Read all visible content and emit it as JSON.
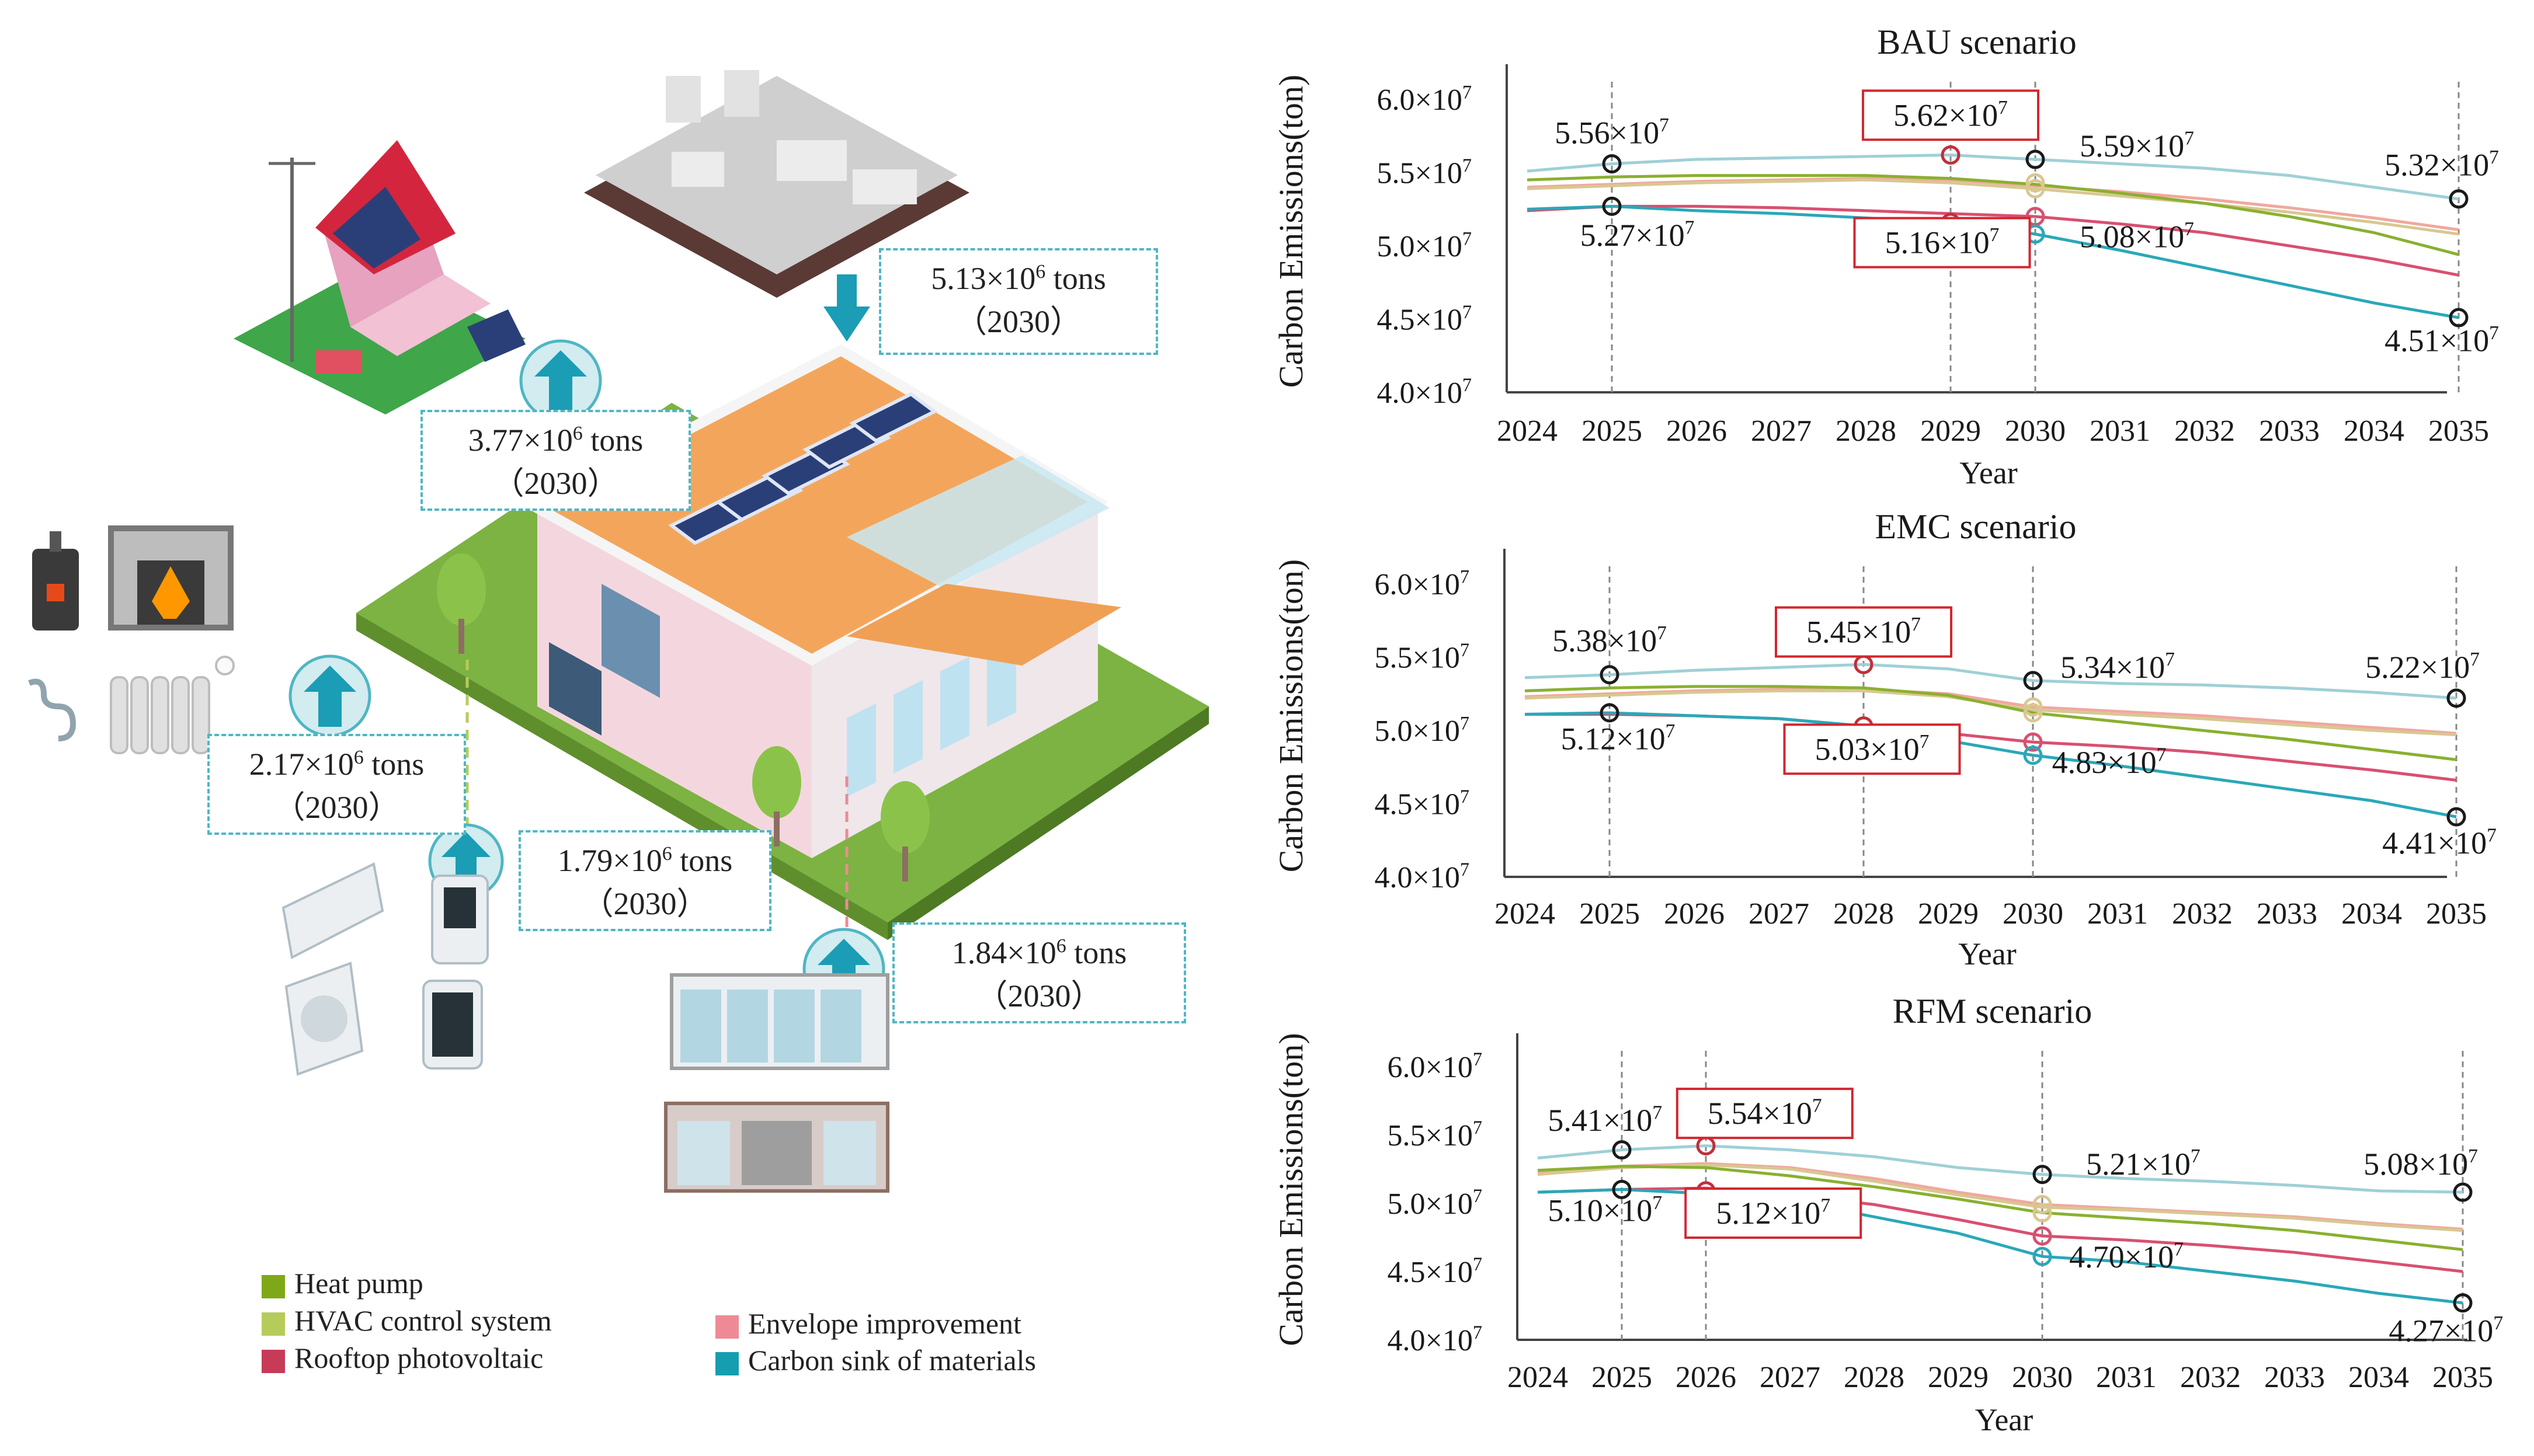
{
  "annotations": [
    {
      "id": "materials",
      "value": "5.13×10",
      "exp": "6",
      "unit": " tons",
      "year": "（2030）"
    },
    {
      "id": "rooftop_pv",
      "value": "3.77×10",
      "exp": "6",
      "unit": " tons",
      "year": "（2030）"
    },
    {
      "id": "heat_pump",
      "value": "2.17×10",
      "exp": "6",
      "unit": " tons",
      "year": "（2030）"
    },
    {
      "id": "hvac",
      "value": "1.79×10",
      "exp": "6",
      "unit": " tons",
      "year": "（2030）"
    },
    {
      "id": "envelope",
      "value": "1.84×10",
      "exp": "6",
      "unit": " tons",
      "year": "（2030）"
    }
  ],
  "legend": [
    {
      "label": "Heat pump",
      "color": "#7fa819"
    },
    {
      "label": "HVAC control system",
      "color": "#b5cc5a"
    },
    {
      "label": "Rooftop photovoltaic",
      "color": "#c73b58"
    },
    {
      "label": "Envelope improvement",
      "color": "#ee8a95"
    },
    {
      "label": "Carbon sink of materials",
      "color": "#149eb0"
    }
  ],
  "chart_data": [
    {
      "type": "line",
      "title": "BAU scenario",
      "xlabel": "Year",
      "ylabel": "Carbon Emissions(ton)",
      "x": [
        2024,
        2025,
        2026,
        2027,
        2028,
        2029,
        2030,
        2031,
        2032,
        2033,
        2034,
        2035
      ],
      "ylim": [
        40000000,
        62000000
      ],
      "yticks": [
        "6.0×10",
        "5.5×10",
        "5.0×10",
        "4.5×10",
        "4.0×10"
      ],
      "ytick_values": [
        60000000,
        55000000,
        50000000,
        45000000,
        40000000
      ],
      "ytick_exp": "7",
      "series": [
        {
          "color": "#9fd0d6",
          "values": [
            55.1,
            55.6,
            55.9,
            56.0,
            56.1,
            56.2,
            55.9,
            55.6,
            55.3,
            54.8,
            54.0,
            53.2
          ]
        },
        {
          "color": "#f0a8a0",
          "values": [
            54.0,
            54.2,
            54.4,
            54.5,
            54.6,
            54.5,
            54.1,
            53.7,
            53.2,
            52.6,
            51.9,
            51.1
          ]
        },
        {
          "color": "#d8c890",
          "values": [
            53.9,
            54.1,
            54.3,
            54.4,
            54.5,
            54.3,
            53.9,
            53.4,
            52.9,
            52.3,
            51.6,
            50.8
          ]
        },
        {
          "color": "#8ab030",
          "values": [
            54.5,
            54.7,
            54.8,
            54.8,
            54.8,
            54.6,
            54.2,
            53.6,
            52.9,
            52.0,
            50.9,
            49.4
          ]
        },
        {
          "color": "#d85070",
          "values": [
            52.4,
            52.7,
            52.7,
            52.6,
            52.4,
            52.2,
            52.0,
            51.5,
            50.9,
            50.0,
            49.1,
            48.0
          ]
        },
        {
          "color": "#2aa8b8",
          "values": [
            52.5,
            52.7,
            52.4,
            52.2,
            51.9,
            51.6,
            50.8,
            49.7,
            48.5,
            47.3,
            46.1,
            45.1
          ]
        }
      ],
      "markers": [
        {
          "x": 2025,
          "y": 55.6,
          "color": "#1a1a1a"
        },
        {
          "x": 2029,
          "y": 56.2,
          "color": "#c0303a"
        },
        {
          "x": 2030,
          "y": 55.9,
          "color": "#1a1a1a"
        },
        {
          "x": 2030,
          "y": 54.3,
          "color": "#d8c890"
        },
        {
          "x": 2030,
          "y": 53.9,
          "color": "#d8c890"
        },
        {
          "x": 2035,
          "y": 53.2,
          "color": "#1a1a1a"
        },
        {
          "x": 2025,
          "y": 52.7,
          "color": "#1a1a1a"
        },
        {
          "x": 2029,
          "y": 51.6,
          "color": "#c0303a"
        },
        {
          "x": 2030,
          "y": 52.0,
          "color": "#d85070"
        },
        {
          "x": 2030,
          "y": 50.8,
          "color": "#2aa8b8"
        },
        {
          "x": 2035,
          "y": 45.1,
          "color": "#1a1a1a"
        }
      ],
      "vlines": [
        2025,
        2029,
        2030,
        2035
      ],
      "labels": [
        {
          "text": "5.56×10",
          "exp": "7",
          "x": 2025,
          "y": 57.0,
          "boxed": false
        },
        {
          "text": "5.62×10",
          "exp": "7",
          "x": 2029,
          "y": 58.2,
          "boxed": true
        },
        {
          "text": "5.59×10",
          "exp": "7",
          "x": 2031.2,
          "y": 56.1,
          "boxed": false
        },
        {
          "text": "5.32×10",
          "exp": "7",
          "x": 2034.8,
          "y": 54.8,
          "boxed": false
        },
        {
          "text": "5.27×10",
          "exp": "7",
          "x": 2025.3,
          "y": 50.0,
          "boxed": false
        },
        {
          "text": "5.16×10",
          "exp": "7",
          "x": 2028.9,
          "y": 49.5,
          "boxed": true
        },
        {
          "text": "5.08×10",
          "exp": "7",
          "x": 2031.2,
          "y": 49.9,
          "boxed": false
        },
        {
          "text": "4.51×10",
          "exp": "7",
          "x": 2034.8,
          "y": 42.8,
          "boxed": false
        }
      ]
    },
    {
      "type": "line",
      "title": "EMC scenario",
      "xlabel": "Year",
      "ylabel": "Carbon Emissions(ton)",
      "x": [
        2024,
        2025,
        2026,
        2027,
        2028,
        2029,
        2030,
        2031,
        2032,
        2033,
        2034,
        2035
      ],
      "ylim": [
        40000000,
        62000000
      ],
      "yticks": [
        "6.0×10",
        "5.5×10",
        "5.0×10",
        "4.5×10",
        "4.0×10"
      ],
      "ytick_values": [
        60000000,
        55000000,
        50000000,
        45000000,
        40000000
      ],
      "ytick_exp": "7",
      "series": [
        {
          "color": "#9fd0d6",
          "values": [
            53.6,
            53.8,
            54.1,
            54.3,
            54.5,
            54.2,
            53.4,
            53.2,
            53.1,
            52.9,
            52.6,
            52.2
          ]
        },
        {
          "color": "#f0a8a0",
          "values": [
            52.3,
            52.5,
            52.7,
            52.8,
            52.8,
            52.5,
            51.6,
            51.3,
            51.0,
            50.6,
            50.2,
            49.8
          ]
        },
        {
          "color": "#d8c890",
          "values": [
            52.2,
            52.4,
            52.6,
            52.7,
            52.7,
            52.3,
            51.4,
            51.1,
            50.8,
            50.4,
            50.0,
            49.7
          ]
        },
        {
          "color": "#8ab030",
          "values": [
            52.7,
            52.9,
            53.0,
            53.0,
            52.9,
            52.4,
            51.2,
            50.6,
            50.0,
            49.4,
            48.7,
            48.0
          ]
        },
        {
          "color": "#d85070",
          "values": [
            51.1,
            51.1,
            51.0,
            50.8,
            50.3,
            49.8,
            49.2,
            48.9,
            48.5,
            47.9,
            47.3,
            46.6
          ]
        },
        {
          "color": "#2aa8b8",
          "values": [
            51.1,
            51.2,
            51.0,
            50.8,
            50.3,
            49.3,
            48.3,
            47.6,
            46.8,
            46.0,
            45.2,
            44.1
          ]
        }
      ],
      "markers": [
        {
          "x": 2025,
          "y": 53.8,
          "color": "#1a1a1a"
        },
        {
          "x": 2028,
          "y": 54.5,
          "color": "#c0303a"
        },
        {
          "x": 2030,
          "y": 53.4,
          "color": "#1a1a1a"
        },
        {
          "x": 2030,
          "y": 51.6,
          "color": "#d8c890"
        },
        {
          "x": 2030,
          "y": 51.2,
          "color": "#d8c890"
        },
        {
          "x": 2035,
          "y": 52.2,
          "color": "#1a1a1a"
        },
        {
          "x": 2025,
          "y": 51.2,
          "color": "#1a1a1a"
        },
        {
          "x": 2028,
          "y": 50.3,
          "color": "#c0303a"
        },
        {
          "x": 2030,
          "y": 49.2,
          "color": "#d85070"
        },
        {
          "x": 2030,
          "y": 48.3,
          "color": "#2aa8b8"
        },
        {
          "x": 2035,
          "y": 44.1,
          "color": "#1a1a1a"
        }
      ],
      "vlines": [
        2025,
        2028,
        2030,
        2035
      ],
      "labels": [
        {
          "text": "5.38×10",
          "exp": "7",
          "x": 2025,
          "y": 55.4,
          "boxed": false
        },
        {
          "text": "5.45×10",
          "exp": "7",
          "x": 2028,
          "y": 56.0,
          "boxed": true
        },
        {
          "text": "5.34×10",
          "exp": "7",
          "x": 2031.0,
          "y": 53.6,
          "boxed": false
        },
        {
          "text": "5.22×10",
          "exp": "7",
          "x": 2034.6,
          "y": 53.6,
          "boxed": false
        },
        {
          "text": "5.12×10",
          "exp": "7",
          "x": 2025.1,
          "y": 48.7,
          "boxed": false
        },
        {
          "text": "5.03×10",
          "exp": "7",
          "x": 2028.1,
          "y": 48.0,
          "boxed": true
        },
        {
          "text": "4.83×10",
          "exp": "7",
          "x": 2030.9,
          "y": 47.1,
          "boxed": false
        },
        {
          "text": "4.41×10",
          "exp": "7",
          "x": 2034.8,
          "y": 41.6,
          "boxed": false
        }
      ]
    },
    {
      "type": "line",
      "title": "RFM scenario",
      "xlabel": "Year",
      "ylabel": "Carbon Emissions(ton)",
      "x": [
        2024,
        2025,
        2026,
        2027,
        2028,
        2029,
        2030,
        2031,
        2032,
        2033,
        2034,
        2035
      ],
      "ylim": [
        40000000,
        62000000
      ],
      "yticks": [
        "6.0×10",
        "5.5×10",
        "5.0×10",
        "4.5×10",
        "4.0×10"
      ],
      "ytick_values": [
        60000000,
        55000000,
        50000000,
        45000000,
        40000000
      ],
      "ytick_exp": "7",
      "series": [
        {
          "color": "#9fd0d6",
          "values": [
            53.3,
            53.9,
            54.2,
            53.9,
            53.4,
            52.6,
            52.1,
            51.8,
            51.6,
            51.3,
            50.9,
            50.8
          ]
        },
        {
          "color": "#f0a8a0",
          "values": [
            52.2,
            52.7,
            52.9,
            52.6,
            51.8,
            50.8,
            49.9,
            49.6,
            49.3,
            49.0,
            48.5,
            48.1
          ]
        },
        {
          "color": "#d8c890",
          "values": [
            52.1,
            52.6,
            52.8,
            52.5,
            51.6,
            50.6,
            49.7,
            49.5,
            49.2,
            48.9,
            48.4,
            48.0
          ]
        },
        {
          "color": "#8ab030",
          "values": [
            52.4,
            52.7,
            52.6,
            52.0,
            51.2,
            50.3,
            49.3,
            48.9,
            48.5,
            48.0,
            47.3,
            46.6
          ]
        },
        {
          "color": "#d85070",
          "values": [
            50.8,
            51.0,
            51.1,
            50.6,
            49.9,
            48.8,
            47.6,
            47.3,
            46.9,
            46.4,
            45.7,
            45.0
          ]
        },
        {
          "color": "#2aa8b8",
          "values": [
            50.8,
            51.0,
            50.7,
            50.2,
            49.0,
            47.8,
            46.1,
            45.7,
            45.0,
            44.3,
            43.4,
            42.7
          ]
        }
      ],
      "markers": [
        {
          "x": 2025,
          "y": 53.9,
          "color": "#1a1a1a"
        },
        {
          "x": 2026,
          "y": 54.2,
          "color": "#c0303a"
        },
        {
          "x": 2030,
          "y": 52.1,
          "color": "#1a1a1a"
        },
        {
          "x": 2030,
          "y": 49.9,
          "color": "#d8c890"
        },
        {
          "x": 2030,
          "y": 49.3,
          "color": "#d8c890"
        },
        {
          "x": 2035,
          "y": 50.8,
          "color": "#1a1a1a"
        },
        {
          "x": 2025,
          "y": 51.0,
          "color": "#1a1a1a"
        },
        {
          "x": 2026,
          "y": 50.9,
          "color": "#c0303a"
        },
        {
          "x": 2030,
          "y": 47.6,
          "color": "#d85070"
        },
        {
          "x": 2030,
          "y": 46.1,
          "color": "#2aa8b8"
        },
        {
          "x": 2035,
          "y": 42.7,
          "color": "#1a1a1a"
        }
      ],
      "vlines": [
        2025,
        2026,
        2030,
        2035
      ],
      "labels": [
        {
          "text": "5.41×10",
          "exp": "7",
          "x": 2024.8,
          "y": 55.3,
          "boxed": false
        },
        {
          "text": "5.54×10",
          "exp": "7",
          "x": 2026.7,
          "y": 55.8,
          "boxed": true
        },
        {
          "text": "5.21×10",
          "exp": "7",
          "x": 2031.2,
          "y": 52.1,
          "boxed": false
        },
        {
          "text": "5.08×10",
          "exp": "7",
          "x": 2034.5,
          "y": 52.1,
          "boxed": false
        },
        {
          "text": "5.10×10",
          "exp": "7",
          "x": 2024.8,
          "y": 48.7,
          "boxed": false
        },
        {
          "text": "5.12×10",
          "exp": "7",
          "x": 2026.8,
          "y": 48.5,
          "boxed": true
        },
        {
          "text": "4.70×10",
          "exp": "7",
          "x": 2031.0,
          "y": 45.3,
          "boxed": false
        },
        {
          "text": "4.27×10",
          "exp": "7",
          "x": 2034.8,
          "y": 39.9,
          "boxed": false
        }
      ]
    }
  ]
}
